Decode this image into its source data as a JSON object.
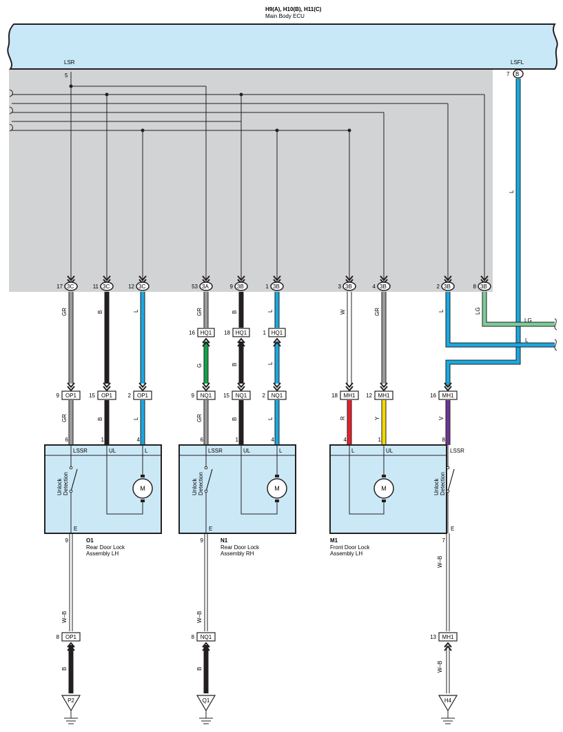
{
  "header": {
    "connector_ids": "H9(A), H10(B), H11(C)",
    "ecu_name": "Main Body ECU"
  },
  "ecu_pins": {
    "lsr": "LSR",
    "lsfl": "LSFL",
    "lsr_pin": "5",
    "lsfl_pin": "7",
    "lsfl_conn": "B"
  },
  "ecu_terminals": [
    {
      "pin": "17",
      "conn": "3C"
    },
    {
      "pin": "11",
      "conn": "3C"
    },
    {
      "pin": "12",
      "conn": "3C"
    },
    {
      "pin": "53",
      "conn": "3A"
    },
    {
      "pin": "9",
      "conn": "3B"
    },
    {
      "pin": "1",
      "conn": "3B"
    },
    {
      "pin": "3",
      "conn": "3B"
    },
    {
      "pin": "4",
      "conn": "3B"
    },
    {
      "pin": "2",
      "conn": "3B"
    },
    {
      "pin": "8",
      "conn": "3B"
    }
  ],
  "wire_colors": {
    "gr": "GR",
    "b": "B",
    "l": "L",
    "g": "G",
    "w": "W",
    "r": "R",
    "y": "Y",
    "v": "V",
    "lg": "LG",
    "wb": "W–B"
  },
  "hq1": [
    {
      "pin": "16",
      "name": "HQ1"
    },
    {
      "pin": "18",
      "name": "HQ1"
    },
    {
      "pin": "1",
      "name": "HQ1"
    }
  ],
  "mid_connectors": [
    {
      "pin": "9",
      "name": "OP1"
    },
    {
      "pin": "15",
      "name": "OP1"
    },
    {
      "pin": "2",
      "name": "OP1"
    },
    {
      "pin": "9",
      "name": "NQ1"
    },
    {
      "pin": "15",
      "name": "NQ1"
    },
    {
      "pin": "2",
      "name": "NQ1"
    },
    {
      "pin": "18",
      "name": "MH1"
    },
    {
      "pin": "12",
      "name": "MH1"
    },
    {
      "pin": "16",
      "name": "MH1"
    }
  ],
  "assemblies": [
    {
      "id": "O1",
      "name_line1": "Rear Door Lock",
      "name_line2": "Assembly LH",
      "lssr": "LSSR",
      "ul": "UL",
      "l": "L",
      "e": "E",
      "switch": "Unlock\nDetection",
      "motor": "M",
      "pin_lssr": "6",
      "pin_ul": "1",
      "pin_l": "4",
      "pin_e": "9"
    },
    {
      "id": "N1",
      "name_line1": "Rear Door Lock",
      "name_line2": "Assembly RH",
      "lssr": "LSSR",
      "ul": "UL",
      "l": "L",
      "e": "E",
      "switch": "Unlock\nDetection",
      "motor": "M",
      "pin_lssr": "6",
      "pin_ul": "1",
      "pin_l": "4",
      "pin_e": "9"
    },
    {
      "id": "M1",
      "name_line1": "Front Door Lock",
      "name_line2": "Assembly LH",
      "lssr": "LSSR",
      "ul": "UL",
      "l": "L",
      "e": "E",
      "switch": "Unlock\nDetection",
      "motor": "M",
      "pin_lssr": "8",
      "pin_ul": "1",
      "pin_l": "4",
      "pin_e": "7"
    }
  ],
  "ground_connectors": [
    {
      "pin": "8",
      "name": "OP1"
    },
    {
      "pin": "8",
      "name": "NQ1"
    },
    {
      "pin": "13",
      "name": "MH1"
    }
  ],
  "grounds": [
    "P2",
    "Q1",
    "H4"
  ],
  "colors": {
    "ecu_bar": "#c8e8f8",
    "shade": "#d2d3d5",
    "box": "#cbe8f7",
    "gray": "#9b9b9b",
    "black": "#231f20",
    "blue": "#1aa8e0",
    "green": "#12a14b",
    "red": "#e8202a",
    "yellow": "#f4d800",
    "violet": "#6d3593",
    "lightgreen": "#7ccb9a",
    "white_wire": "#ffffff"
  }
}
